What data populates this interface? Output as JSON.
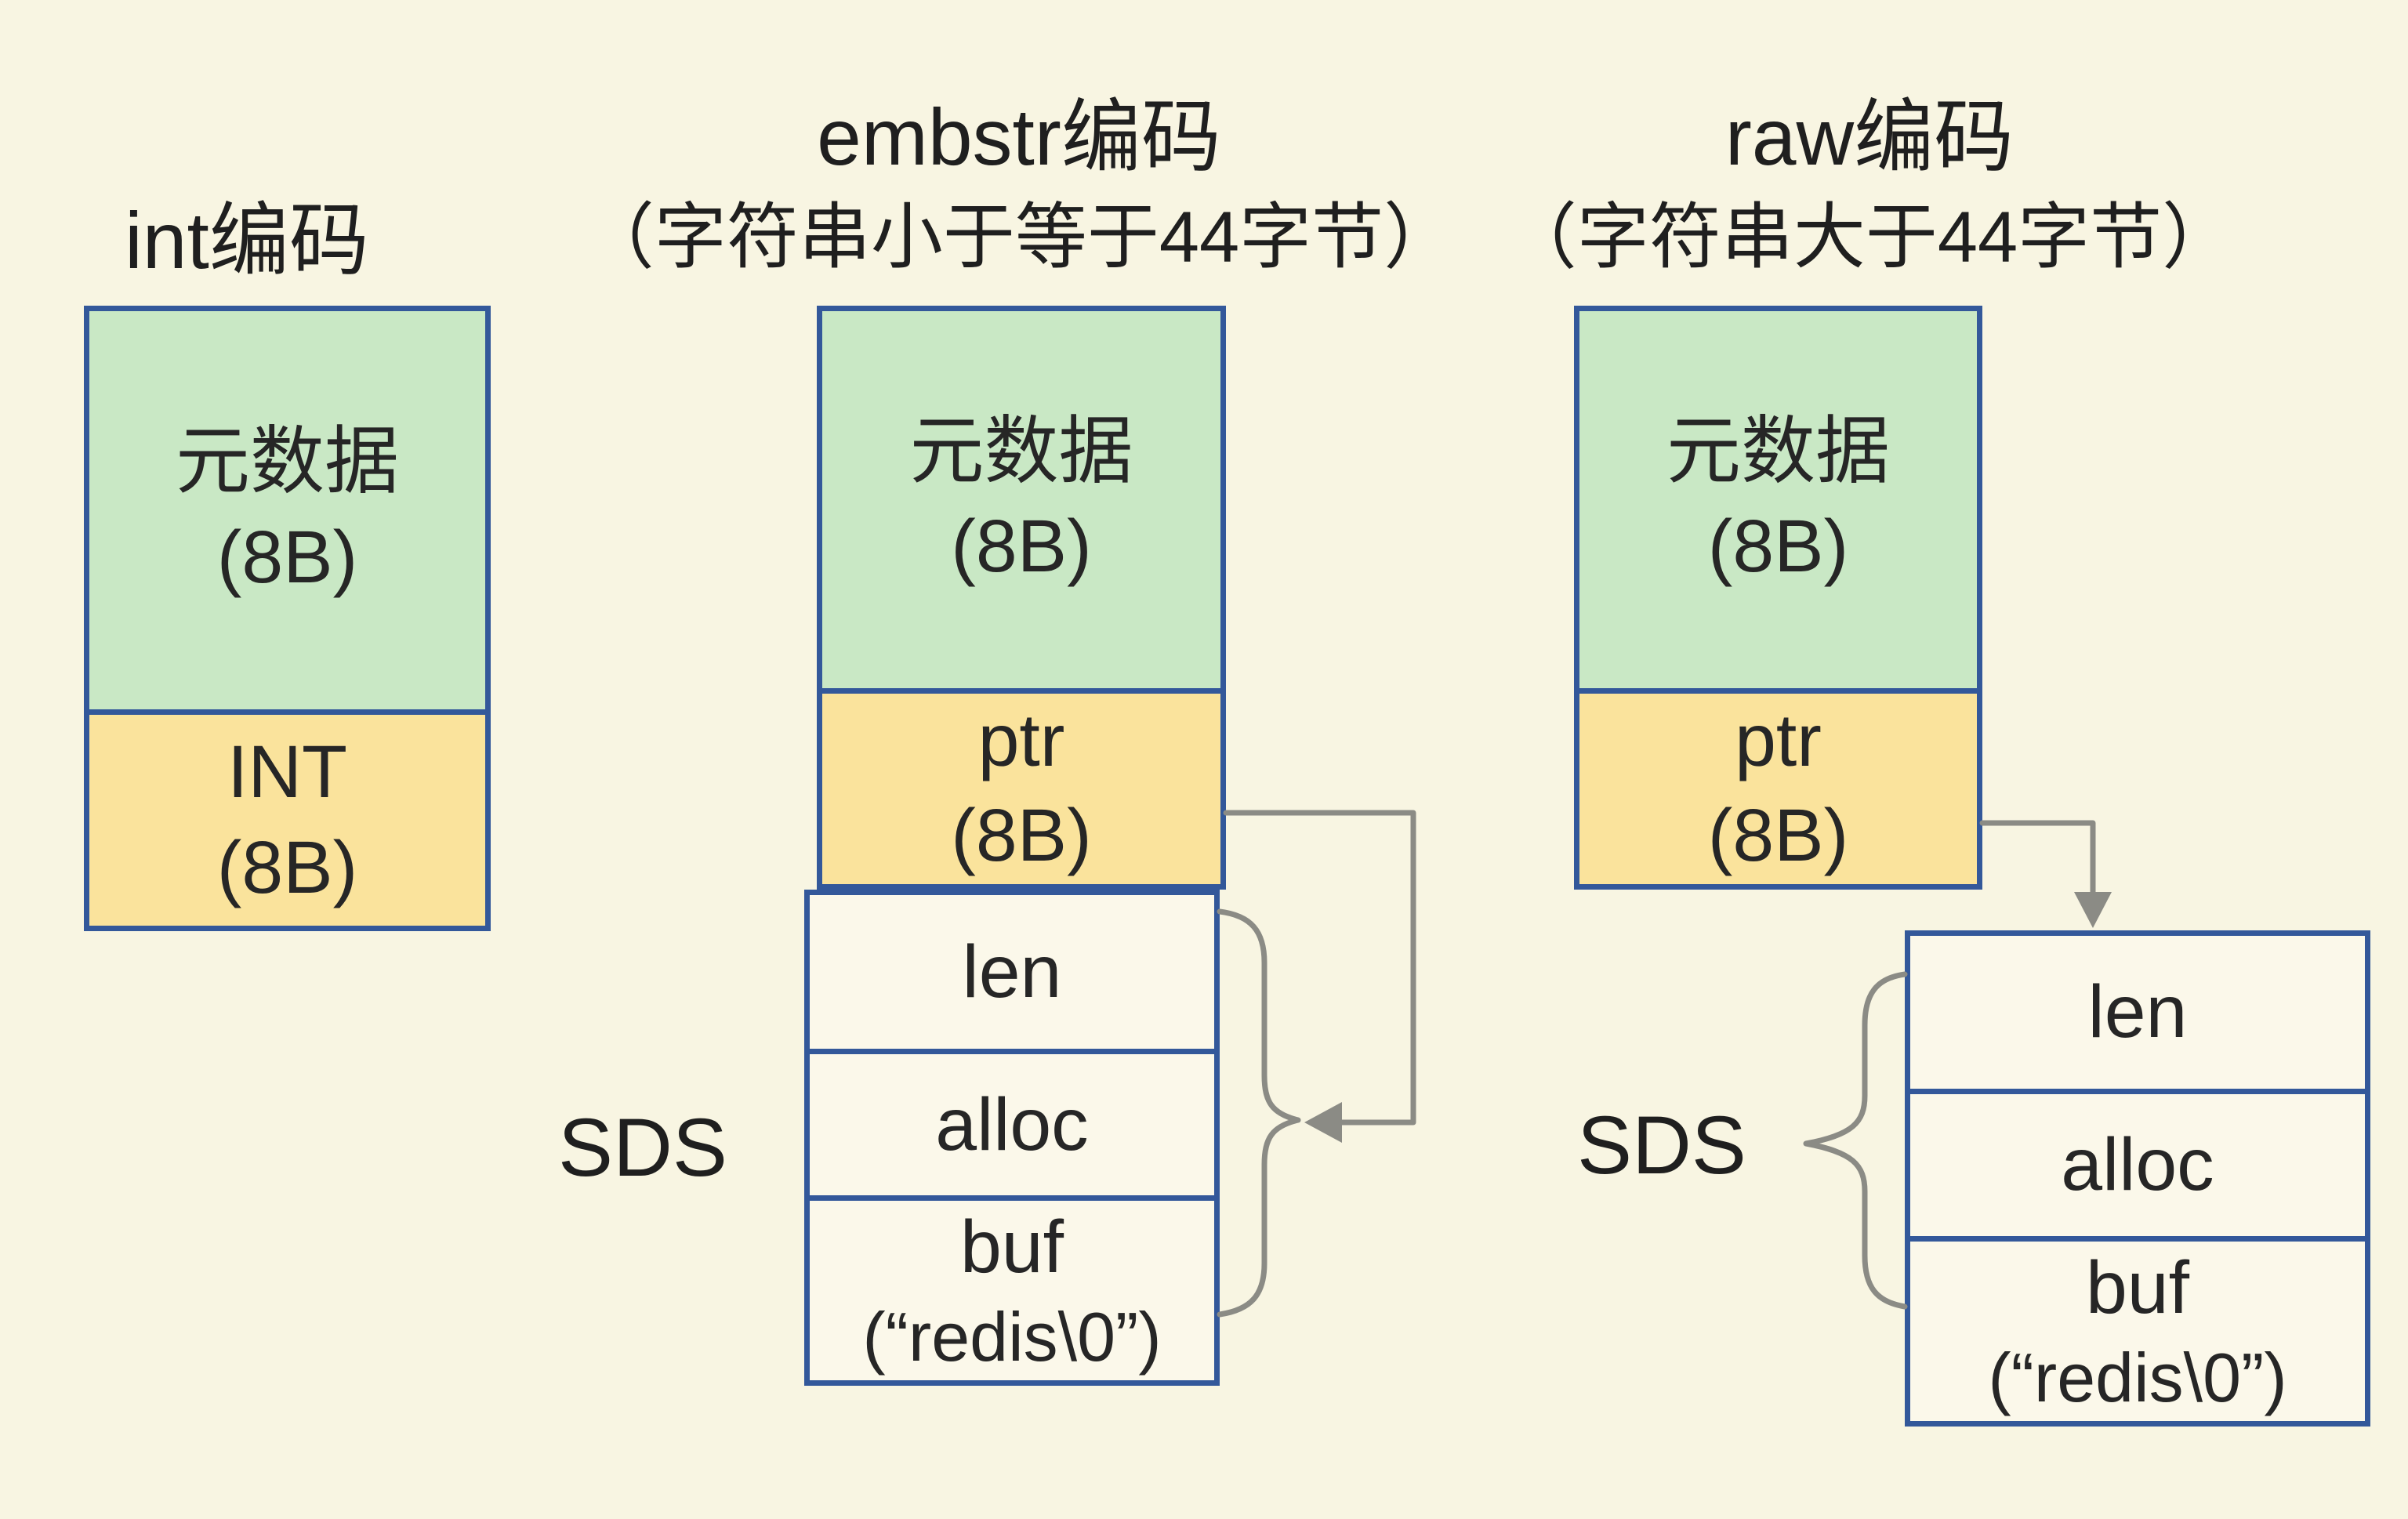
{
  "titles": {
    "int": "int编码",
    "embstr_line1": "embstr编码",
    "embstr_line2": "（字符串小于等于44字节）",
    "raw_line1": "raw编码",
    "raw_line2": "（字符串大于44字节）"
  },
  "int_box": {
    "meta_line1": "元数据",
    "meta_line2": "(8B)",
    "val_line1": "INT",
    "val_line2": "(8B)"
  },
  "embstr_box": {
    "meta_line1": "元数据",
    "meta_line2": "(8B)",
    "ptr_line1": "ptr",
    "ptr_line2": "(8B)"
  },
  "raw_box": {
    "meta_line1": "元数据",
    "meta_line2": "(8B)",
    "ptr_line1": "ptr",
    "ptr_line2": "(8B)"
  },
  "embstr_sds": {
    "label": "SDS",
    "len": "len",
    "alloc": "alloc",
    "buf_line1": "buf",
    "buf_line2": "(“redis\\0”)"
  },
  "raw_sds": {
    "label": "SDS",
    "len": "len",
    "alloc": "alloc",
    "buf_line1": "buf",
    "buf_line2": "(“redis\\0”)"
  },
  "colors": {
    "background": "#f8f5e2",
    "green_fill": "#c9e8c5",
    "yellow_fill": "#fae39c",
    "cell_fill": "#fbf8ea",
    "border_blue": "#33589a",
    "arrow_gray": "#8b8b85",
    "text_dark": "#262626"
  }
}
